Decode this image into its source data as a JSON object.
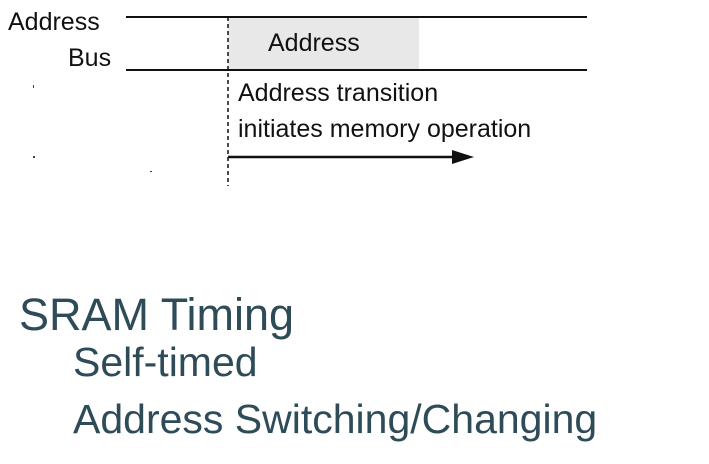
{
  "diagram": {
    "signal_label_line1": "Address",
    "signal_label_line2": "Bus",
    "bus_value_label": "Address",
    "annotation_line1": "Address transition",
    "annotation_line2": "initiates memory operation",
    "colors": {
      "line": "#111111",
      "bus_fill": "#e8e8e8",
      "text": "#111111"
    }
  },
  "slide": {
    "title": "SRAM Timing",
    "bullets": [
      "Self-timed",
      "Address Switching/Changing"
    ],
    "text_color": "#2e4b58"
  }
}
